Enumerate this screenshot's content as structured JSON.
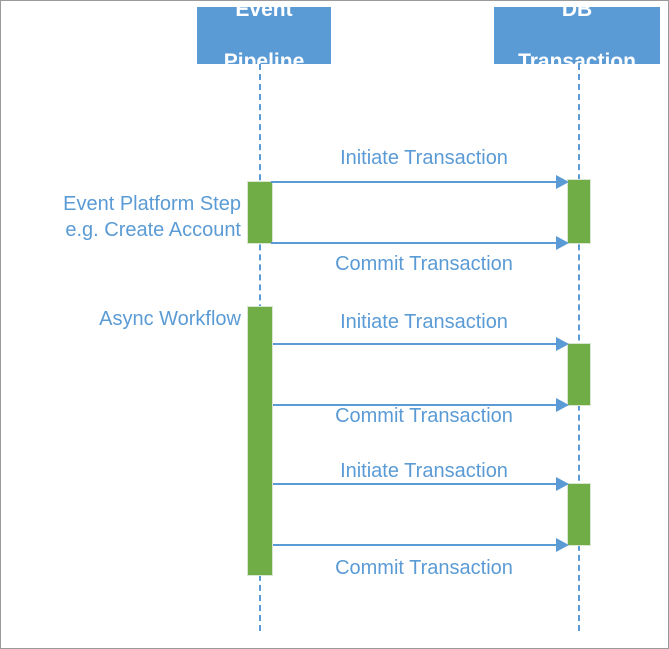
{
  "diagram": {
    "type": "sequence-diagram",
    "colors": {
      "participant_fill": "#5B9BD5",
      "participant_text": "#FFFFFF",
      "activation_fill": "#70AD47",
      "message_line": "#5B9BD5",
      "message_text": "#5B9BD5",
      "note_text": "#5B9BD5",
      "background": "#FFFFFF",
      "border": "#9A9A9A"
    },
    "participants": [
      {
        "id": "event-pipeline",
        "line1": "Event",
        "line2": "Pipeline"
      },
      {
        "id": "db-transaction",
        "line1": "DB",
        "line2": "Transaction"
      }
    ],
    "notes": [
      {
        "id": "event-platform-step",
        "text": "Event Platform Step\ne.g. Create Account"
      },
      {
        "id": "async-workflow",
        "text": "Async Workflow"
      }
    ],
    "messages": [
      {
        "id": "msg-1",
        "label": "Initiate Transaction",
        "from": "event-pipeline",
        "to": "db-transaction",
        "direction": "right"
      },
      {
        "id": "msg-2",
        "label": "Commit Transaction",
        "from": "event-pipeline",
        "to": "db-transaction",
        "direction": "right"
      },
      {
        "id": "msg-3",
        "label": "Initiate Transaction",
        "from": "event-pipeline",
        "to": "db-transaction",
        "direction": "right"
      },
      {
        "id": "msg-4",
        "label": "Commit Transaction",
        "from": "event-pipeline",
        "to": "db-transaction",
        "direction": "right"
      },
      {
        "id": "msg-5",
        "label": "Initiate Transaction",
        "from": "event-pipeline",
        "to": "db-transaction",
        "direction": "right"
      },
      {
        "id": "msg-6",
        "label": "Commit Transaction",
        "from": "event-pipeline",
        "to": "db-transaction",
        "direction": "right"
      }
    ]
  }
}
